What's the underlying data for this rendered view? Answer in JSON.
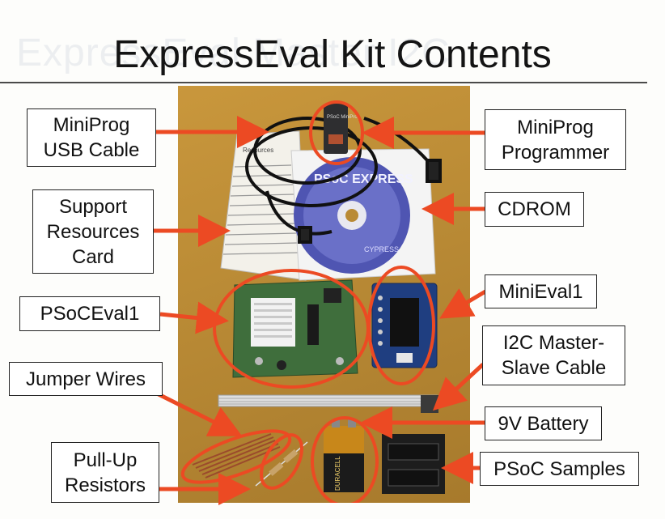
{
  "title": "ExpressEval Kit Contents",
  "background_text": "ExpressEval Master I2C",
  "labels": {
    "miniprog_usb_cable": "MiniProg\nUSB Cable",
    "support_resources_card": "Support\nResources\nCard",
    "psoceval1": "PSoCEval1",
    "jumper_wires": "Jumper Wires",
    "pull_up_resistors": "Pull-Up\nResistors",
    "miniprog_programmer": "MiniProg\nProgrammer",
    "cdrom": "CDROM",
    "minieval1": "MiniEval1",
    "i2c_master_slave_cable": "I2C Master-\nSlave Cable",
    "battery_9v": "9V Battery",
    "psoc_samples": "PSoC Samples"
  },
  "photo_text": {
    "card_title": "Resources",
    "cd_logo": "PSoC EXPRESS",
    "miniprog_label": "PSoC MiniProg",
    "battery_brand": "DURACELL",
    "cd_brand": "CYPRESS"
  },
  "colors": {
    "arrow": "#ec4a23",
    "photo_background": "#b98a35",
    "board_green": "#3f6e3c",
    "board_blue": "#1f3e80"
  }
}
